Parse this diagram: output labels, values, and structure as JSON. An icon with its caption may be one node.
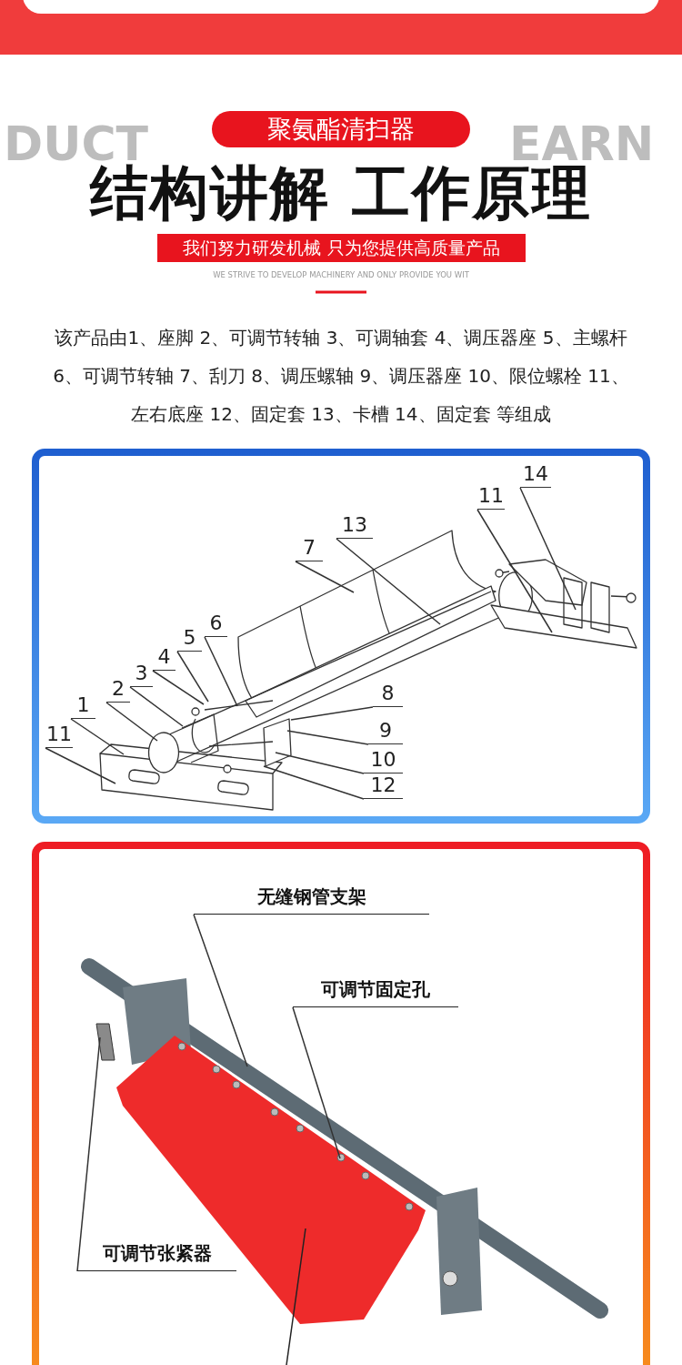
{
  "diagram": {
    "title": "结构讲解 工作原理",
    "nodes": [
      {
        "text": [
          "聚氨酯清扫器"
        ]
      },
      {
        "text": [
          "我们努力研发机械 只为您提供高质量产品"
        ]
      },
      {
        "text": [
          "1"
        ]
      },
      {
        "text": [
          "2"
        ]
      },
      {
        "text": [
          "3"
        ]
      },
      {
        "text": [
          "4"
        ]
      },
      {
        "text": [
          "5"
        ]
      },
      {
        "text": [
          "6"
        ]
      },
      {
        "text": [
          "7"
        ]
      },
      {
        "text": [
          "8"
        ]
      },
      {
        "text": [
          "9"
        ]
      },
      {
        "text": [
          "10"
        ]
      },
      {
        "text": [
          "11"
        ]
      },
      {
        "text": [
          "11"
        ]
      },
      {
        "text": [
          "12"
        ]
      },
      {
        "text": [
          "13"
        ]
      },
      {
        "text": [
          "14"
        ]
      },
      {
        "text": [
          "无缝钢管支架"
        ]
      },
      {
        "text": [
          "可调节固定孔"
        ]
      },
      {
        "text": [
          "可调节张紧器"
        ]
      }
    ],
    "edges": [
      {
        "from": 2,
        "to": null,
        "arrow": "none"
      },
      {
        "from": 3,
        "to": null,
        "arrow": "none"
      },
      {
        "from": 4,
        "to": null,
        "arrow": "none"
      },
      {
        "from": 5,
        "to": null,
        "arrow": "none"
      },
      {
        "from": 6,
        "to": null,
        "arrow": "none"
      },
      {
        "from": 7,
        "to": null,
        "arrow": "none"
      },
      {
        "from": 8,
        "to": null,
        "arrow": "none"
      },
      {
        "from": 9,
        "to": null,
        "arrow": "none"
      },
      {
        "from": 10,
        "to": null,
        "arrow": "none"
      },
      {
        "from": 11,
        "to": null,
        "arrow": "none"
      },
      {
        "from": 12,
        "to": null,
        "arrow": "none"
      },
      {
        "from": 13,
        "to": null,
        "arrow": "none"
      },
      {
        "from": 14,
        "to": null,
        "arrow": "none"
      },
      {
        "from": 15,
        "to": null,
        "arrow": "none"
      },
      {
        "from": 16,
        "to": null,
        "arrow": "none"
      },
      {
        "from": 17,
        "to": null,
        "arrow": "none"
      },
      {
        "from": 18,
        "to": null,
        "arrow": "none"
      },
      {
        "from": 19,
        "to": null,
        "arrow": "none"
      }
    ],
    "labels": [
      "DUCT",
      "EARN",
      "WE STRIVE TO DEVELOP MACHINERY AND ONLY PROVIDE YOU WIT",
      "该产品由1、座脚 2、可调节转轴 3、可调轴套 4、调压器座 5、主螺杆 6、可调节转轴 7、刮刀 8、调压螺轴 9、调压器座 10、限位螺栓 11、左右底座 12、固定套 13、卡槽 14、固定套 等组成"
    ]
  }
}
